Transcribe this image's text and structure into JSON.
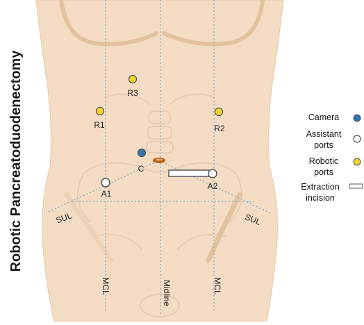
{
  "title": "Robotic Pancreatoduodenectomy",
  "ports": {
    "R1": "R1",
    "R2": "R2",
    "R3": "R3",
    "C": "C",
    "A1": "A1",
    "A2": "A2"
  },
  "lines": {
    "sul_left": "SUL",
    "sul_right": "SUL",
    "mcl_left": "MCL",
    "midline": "Midline",
    "mcl_right": "MCL"
  },
  "legend": {
    "camera": "Camera",
    "assistant_line1": "Assistant",
    "assistant_line2": "ports",
    "robotic_line1": "Robotic",
    "robotic_line2": "ports",
    "extraction_line1": "Extraction",
    "extraction_line2": "incision"
  },
  "colors": {
    "skin": "#f3dcc3",
    "skin_shadow": "#e2c3a0",
    "camera": "#2e75b6",
    "robotic": "#f2d22e",
    "assistant": "#ffffff",
    "guide_line": "#8fb3c4",
    "navel": "#b5651d"
  }
}
